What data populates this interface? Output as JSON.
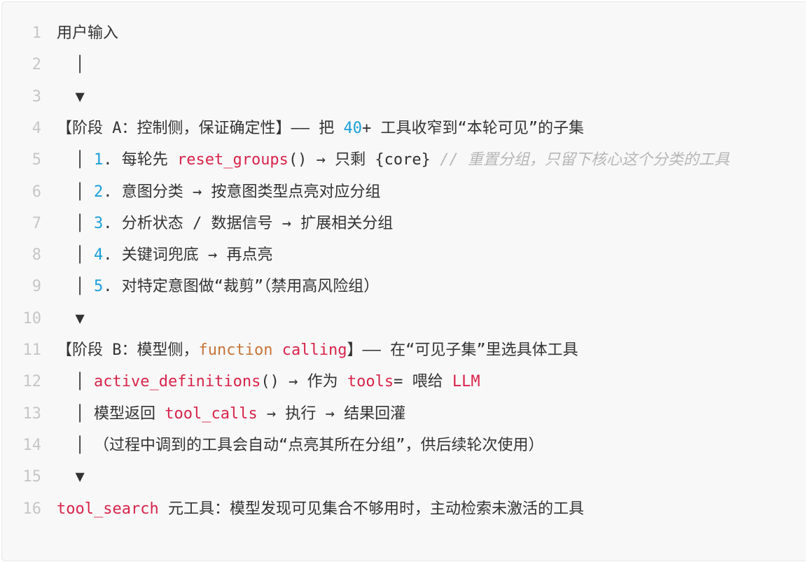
{
  "code": {
    "lines": [
      {
        "no": "1",
        "segments": [
          {
            "t": "用户输入",
            "c": "txt"
          }
        ]
      },
      {
        "no": "2",
        "segments": [
          {
            "t": "  │",
            "c": "txt"
          }
        ]
      },
      {
        "no": "3",
        "segments": [
          {
            "t": "  ▼",
            "c": "txt"
          }
        ]
      },
      {
        "no": "4",
        "segments": [
          {
            "t": "【阶段 A：控制侧，保证确定性】—— 把 ",
            "c": "txt"
          },
          {
            "t": "40",
            "c": "num"
          },
          {
            "t": "+ 工具收窄到“本轮可见”的子集",
            "c": "txt"
          }
        ]
      },
      {
        "no": "5",
        "segments": [
          {
            "t": "  │ ",
            "c": "txt"
          },
          {
            "t": "1",
            "c": "num"
          },
          {
            "t": ". 每轮先 ",
            "c": "txt"
          },
          {
            "t": "reset_groups",
            "c": "fn"
          },
          {
            "t": "() → 只剩 {core} ",
            "c": "txt"
          },
          {
            "t": "// 重置分组，只留下核心这个分类的工具",
            "c": "cm"
          }
        ]
      },
      {
        "no": "6",
        "segments": [
          {
            "t": "  │ ",
            "c": "txt"
          },
          {
            "t": "2",
            "c": "num"
          },
          {
            "t": ". 意图分类 → 按意图类型点亮对应分组",
            "c": "txt"
          }
        ]
      },
      {
        "no": "7",
        "segments": [
          {
            "t": "  │ ",
            "c": "txt"
          },
          {
            "t": "3",
            "c": "num"
          },
          {
            "t": ". 分析状态 / 数据信号 → 扩展相关分组",
            "c": "txt"
          }
        ]
      },
      {
        "no": "8",
        "segments": [
          {
            "t": "  │ ",
            "c": "txt"
          },
          {
            "t": "4",
            "c": "num"
          },
          {
            "t": ". 关键词兜底 → 再点亮",
            "c": "txt"
          }
        ]
      },
      {
        "no": "9",
        "segments": [
          {
            "t": "  │ ",
            "c": "txt"
          },
          {
            "t": "5",
            "c": "num"
          },
          {
            "t": ". 对特定意图做“裁剪”（禁用高风险组）",
            "c": "txt"
          }
        ]
      },
      {
        "no": "10",
        "segments": [
          {
            "t": "  ▼",
            "c": "txt"
          }
        ]
      },
      {
        "no": "11",
        "segments": [
          {
            "t": "【阶段 B：模型侧，",
            "c": "txt"
          },
          {
            "t": "function",
            "c": "kw"
          },
          {
            "t": " ",
            "c": "txt"
          },
          {
            "t": "calling",
            "c": "fn"
          },
          {
            "t": "】—— 在“可见子集”里选具体工具",
            "c": "txt"
          }
        ]
      },
      {
        "no": "12",
        "segments": [
          {
            "t": "  │ ",
            "c": "txt"
          },
          {
            "t": "active_definitions",
            "c": "fn"
          },
          {
            "t": "() → 作为 ",
            "c": "txt"
          },
          {
            "t": "tools",
            "c": "fn"
          },
          {
            "t": "= 喂给 ",
            "c": "txt"
          },
          {
            "t": "LLM",
            "c": "fn"
          }
        ]
      },
      {
        "no": "13",
        "segments": [
          {
            "t": "  │ 模型返回 ",
            "c": "txt"
          },
          {
            "t": "tool_calls",
            "c": "fn"
          },
          {
            "t": " → 执行 → 结果回灌",
            "c": "txt"
          }
        ]
      },
      {
        "no": "14",
        "segments": [
          {
            "t": "  │ （过程中调到的工具会自动“点亮其所在分组”，供后续轮次使用）",
            "c": "txt"
          }
        ]
      },
      {
        "no": "15",
        "segments": [
          {
            "t": "  ▼",
            "c": "txt"
          }
        ]
      },
      {
        "no": "16",
        "segments": [
          {
            "t": "tool_search",
            "c": "fn"
          },
          {
            "t": " 元工具：模型发现可见集合不够用时，主动检索未激活的工具",
            "c": "txt"
          }
        ]
      }
    ]
  }
}
